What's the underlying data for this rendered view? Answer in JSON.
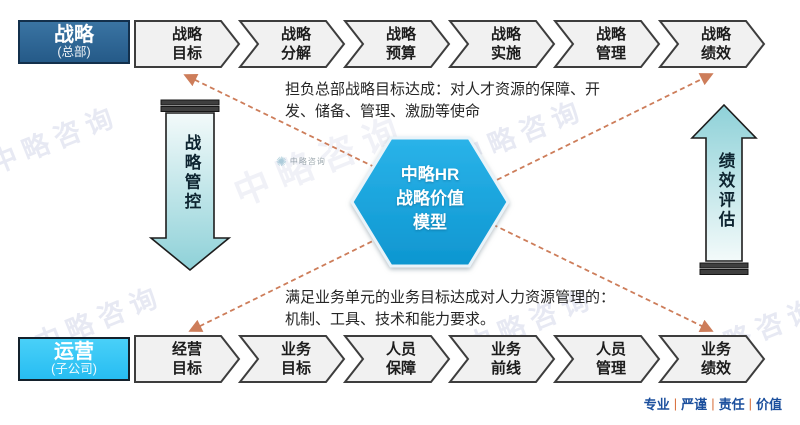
{
  "watermark": {
    "text": "中略咨询"
  },
  "logo": {
    "text": "中略咨询"
  },
  "top_band": {
    "label": {
      "title": "战略",
      "subtitle": "(总部)"
    },
    "steps": [
      [
        "战略",
        "目标"
      ],
      [
        "战略",
        "分解"
      ],
      [
        "战略",
        "预算"
      ],
      [
        "战略",
        "实施"
      ],
      [
        "战略",
        "管理"
      ],
      [
        "战略",
        "绩效"
      ]
    ]
  },
  "bottom_band": {
    "label": {
      "title": "运营",
      "subtitle": "(子公司)"
    },
    "steps": [
      [
        "经营",
        "目标"
      ],
      [
        "业务",
        "目标"
      ],
      [
        "人员",
        "保障"
      ],
      [
        "业务",
        "前线"
      ],
      [
        "人员",
        "管理"
      ],
      [
        "业务",
        "绩效"
      ]
    ]
  },
  "left_arrow": {
    "label": "战略管控",
    "direction": "down"
  },
  "right_arrow": {
    "label": "绩效评估",
    "direction": "up"
  },
  "center_hexagon": {
    "lines": [
      "中略HR",
      "战略价值",
      "模型"
    ]
  },
  "annotations": {
    "top": {
      "line1": "担负总部战略目标达成：对人才资源的保障、开",
      "line2": "发、储备、管理、激励等使命"
    },
    "bottom": {
      "line1": "满足业务单元的业务目标达成对人力资源管理的：",
      "line2": "机制、工具、技术和能力要求。"
    }
  },
  "footer": {
    "items": [
      "专业",
      "严谨",
      "责任",
      "价值"
    ],
    "separator": "|"
  },
  "colors": {
    "strategy_band_blue": "#2f6894",
    "operation_band_cyan": "#3ec9f5",
    "hexagon_blue": "#14a5e0",
    "arrow_teal": "#8ed1d8",
    "dashed_line_orange": "#cd7d5a",
    "chevron_fill": "#f1f1f1",
    "footer_blue": "#1b4f9d",
    "footer_separator_orange": "#d9713e"
  }
}
